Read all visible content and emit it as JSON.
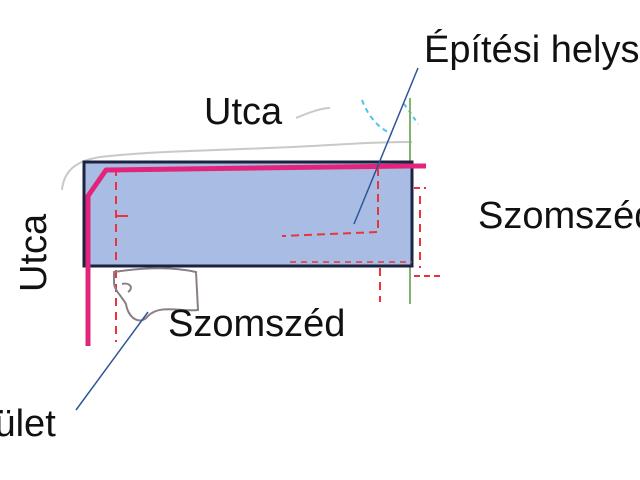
{
  "labels": {
    "building_site": "Építési helyszín",
    "street_top": "Utca",
    "street_left": "Utca",
    "neighbor_right": "Szomszéd",
    "neighbor_bottom": "Szomszéd",
    "building": "Épület"
  },
  "colors": {
    "plot_fill": "#a9bde4",
    "plot_border": "#1c2340",
    "boundary_magenta": "#e2257a",
    "setback_red": "#e8343a",
    "sketch_gray": "#c9c9c9",
    "pointer_blue": "#2f5597",
    "arc_cyan": "#4fc3e8",
    "fence_green": "#7fb56a",
    "building_outline": "#8a7f86"
  }
}
